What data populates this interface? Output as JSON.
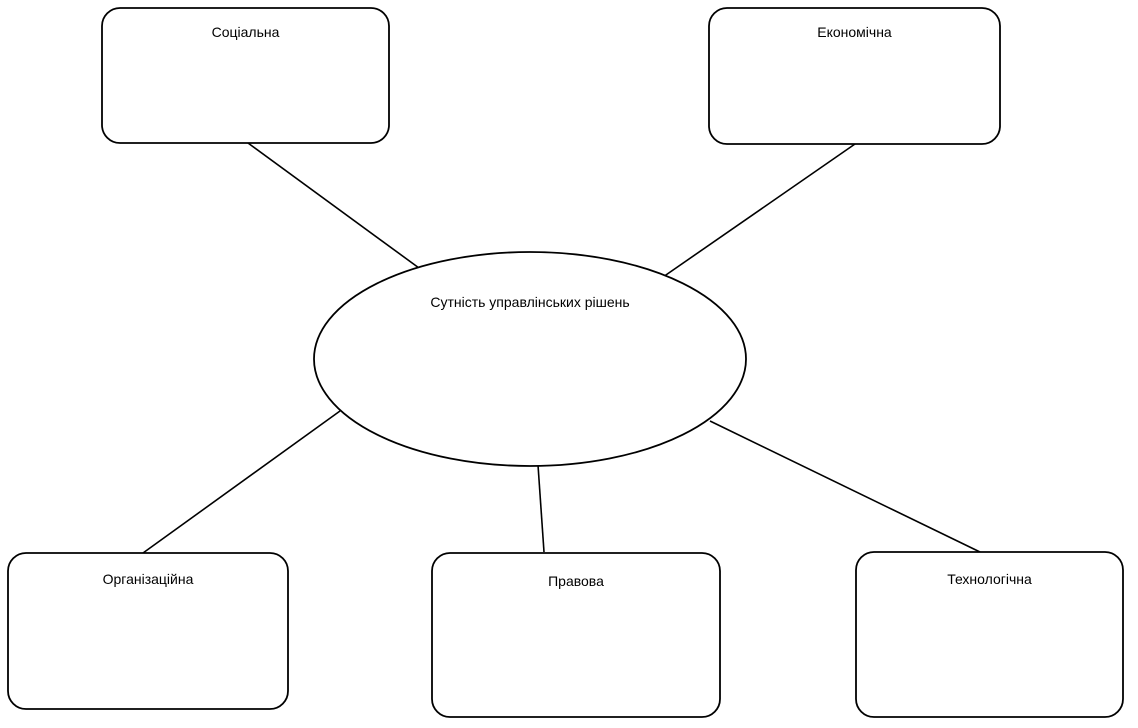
{
  "center": {
    "label": "Сутність управлінських рішень"
  },
  "nodes": {
    "social": {
      "label": "Соціальна"
    },
    "economic": {
      "label": "Економічна"
    },
    "organizational": {
      "label": "Організаційна"
    },
    "legal": {
      "label": "Правова"
    },
    "technological": {
      "label": "Технологічна"
    }
  },
  "colors": {
    "stroke": "#000000",
    "fill": "#ffffff",
    "text": "#000000"
  }
}
